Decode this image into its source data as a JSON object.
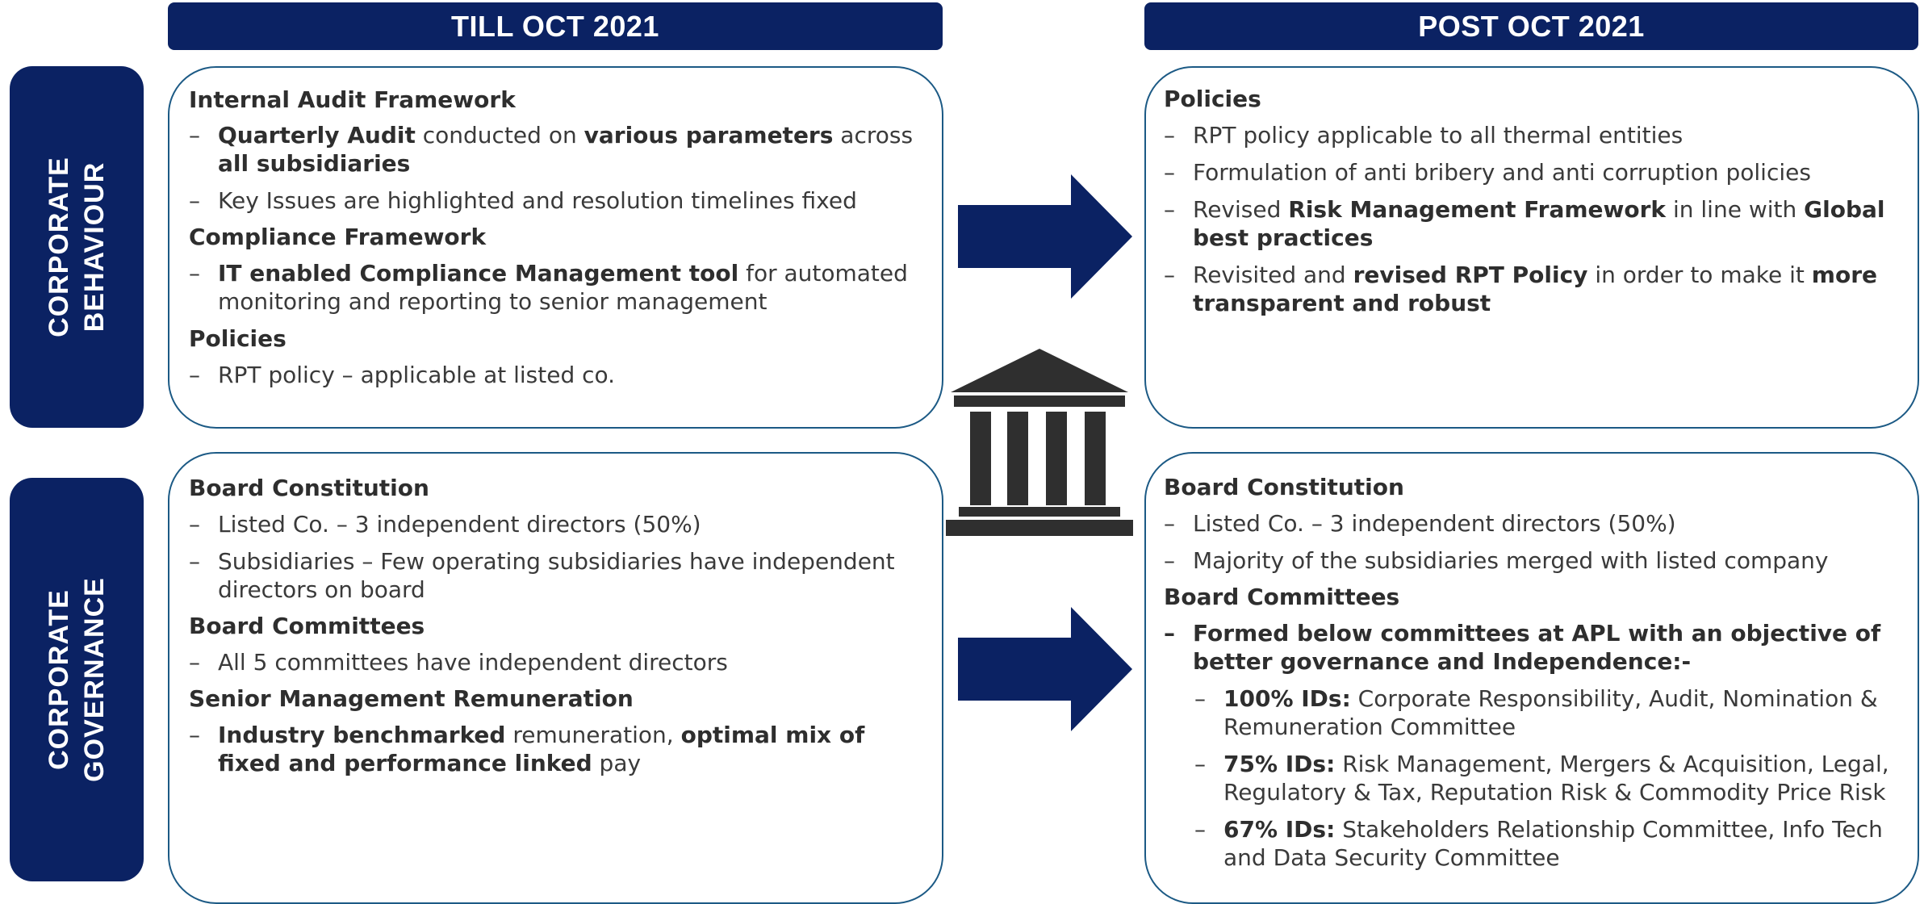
{
  "colors": {
    "navy": "#0b2263",
    "border": "#1c5a85",
    "icon": "#2f2f2f"
  },
  "headers": {
    "left": "TILL OCT 2021",
    "right": "POST OCT 2021"
  },
  "row_labels": {
    "behaviour": [
      "CORPORATE",
      "BEHAVIOUR"
    ],
    "governance": [
      "CORPORATE",
      "GOVERNANCE"
    ]
  },
  "icons": {
    "arrow": "right-arrow-icon",
    "institution": "bank-building-icon"
  },
  "behaviour_till": {
    "internal_audit_heading": "Internal Audit Framework",
    "ia_b1": {
      "p1": "Quarterly Audit",
      "p2": " conducted on ",
      "p3": "various parameters",
      "p4": " across ",
      "p5": "all subsidiaries"
    },
    "ia_b2": "Key Issues are highlighted and resolution timelines fixed",
    "compliance_heading": "Compliance Framework",
    "cf_b1": {
      "p1": "IT enabled Compliance Management tool",
      "p2": " for automated monitoring and reporting to senior management"
    },
    "policies_heading": "Policies",
    "pol_b1": "RPT policy – applicable at listed co."
  },
  "behaviour_post": {
    "policies_heading": "Policies",
    "b1": "RPT policy applicable to all thermal entities",
    "b2": "Formulation of anti bribery and anti corruption policies",
    "b3": {
      "p1": "Revised ",
      "p2": "Risk Management Framework",
      "p3": " in line with ",
      "p4": "Global best practices"
    },
    "b4": {
      "p1": "Revisited and ",
      "p2": "revised RPT Policy",
      "p3": " in order to make it ",
      "p4": "more transparent and robust"
    }
  },
  "governance_till": {
    "board_constitution_heading": "Board Constitution",
    "bc_b1": "Listed Co. – 3 independent directors (50%)",
    "bc_b2": "Subsidiaries – Few operating subsidiaries have independent directors on board",
    "board_committees_heading": "Board Committees",
    "bcm_b1": "All 5 committees have independent directors",
    "remuneration_heading": "Senior Management Remuneration",
    "rem_b1": {
      "p1": "Industry benchmarked",
      "p2": " remuneration, ",
      "p3": "optimal mix of fixed and performance linked",
      "p4": " pay"
    }
  },
  "governance_post": {
    "board_constitution_heading": "Board Constitution",
    "bc_b1": "Listed Co. – 3 independent directors (50%)",
    "bc_b2": "Majority of the subsidiaries merged with listed company",
    "board_committees_heading": "Board Committees",
    "bcm_b1": "Formed below committees at APL with an objective of better governance and Independence:-",
    "sub1": {
      "p1": "100% IDs:",
      "p2": " Corporate Responsibility, Audit, Nomination & Remuneration Committee"
    },
    "sub2": {
      "p1": "75% IDs:",
      "p2": " Risk Management, Mergers & Acquisition, Legal, Regulatory & Tax, Reputation Risk & Commodity Price Risk"
    },
    "sub3": {
      "p1": "67% IDs:",
      "p2": " Stakeholders Relationship Committee, Info Tech and Data Security Committee"
    }
  }
}
